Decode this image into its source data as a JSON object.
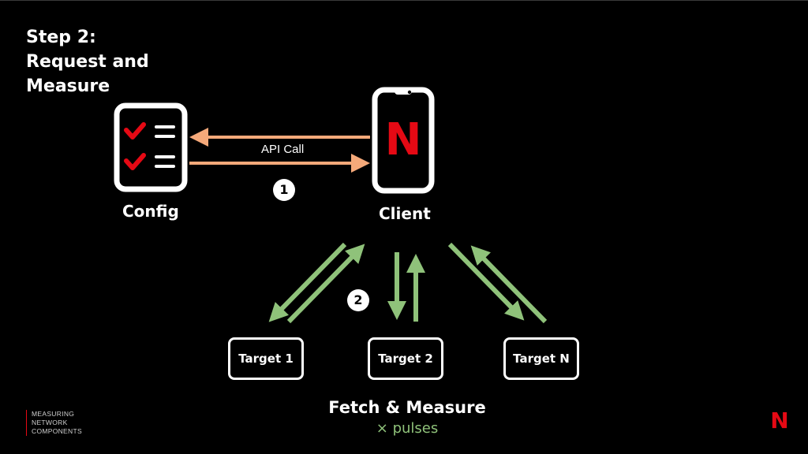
{
  "title": {
    "lines": [
      "Step 2:",
      "Request and",
      "Measure"
    ]
  },
  "nodes": {
    "config_label": "Config",
    "client_label": "Client",
    "client_logo": "N"
  },
  "arrows": {
    "api_call_label": "API Call"
  },
  "steps": {
    "step1": "1",
    "step2": "2"
  },
  "targets": [
    "Target 1",
    "Target 2",
    "Target N"
  ],
  "fetch": {
    "label": "Fetch & Measure",
    "sub": "× pulses"
  },
  "footer": {
    "lines": [
      "MEASURING",
      "NETWORK",
      "COMPONENTS"
    ]
  },
  "brand": {
    "logo": "N"
  },
  "colors": {
    "background": "#000000",
    "api_arrow": "#f5a97a",
    "fetch_arrow": "#8fc27a",
    "brand_red": "#e50914"
  }
}
